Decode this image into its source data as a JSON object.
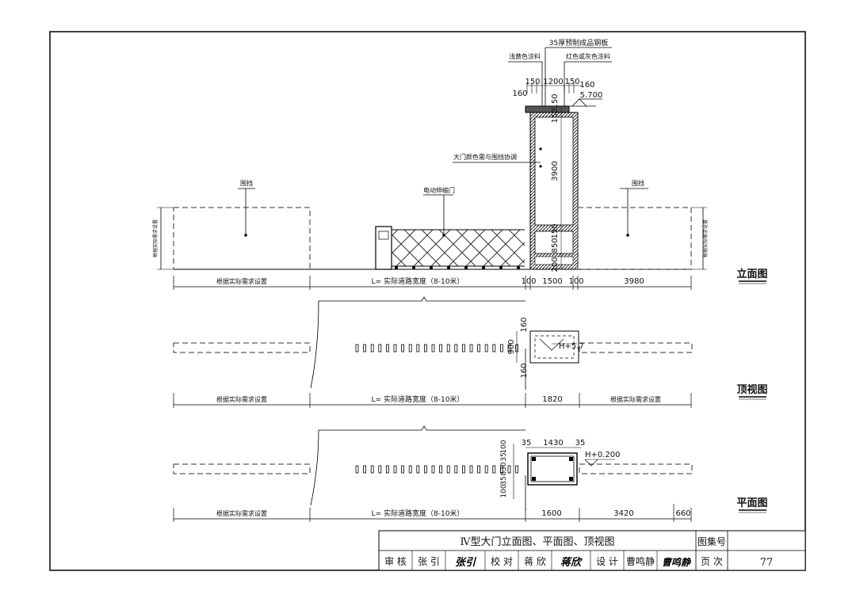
{
  "elevation": {
    "view_title": "立面图",
    "labels": {
      "steel_plate": "35厚预制成品钢板",
      "light_yellow": "浅黄色涂料",
      "red_gray": "红色或灰色涂料",
      "gate_color": "大门颜色需与围挡协调",
      "fence_left": "围挡",
      "fence_right": "围挡",
      "electric_gate": "电动伸缩门",
      "side_height_left": "根据实际需求设置",
      "side_height_right": "根据实际需求设置"
    },
    "dims_top": [
      "150",
      "1200",
      "150",
      "160",
      "160"
    ],
    "elev_mark": "5.700",
    "dims_vertical": [
      "150",
      "150",
      "3900",
      "150",
      "850",
      "200"
    ],
    "dims_bottom": [
      "根据实际需求设置",
      "L= 实际道路宽度（8-10米）",
      "100",
      "1500",
      "100",
      "3980"
    ]
  },
  "top_view": {
    "view_title": "顶视图",
    "mark": "H+5.7",
    "dims_vertical": [
      "160",
      "900",
      "160"
    ],
    "dims_bottom": [
      "根据实际需求设置",
      "L= 实际道路宽度（8-10米）",
      "1820",
      "根据实际需求设置"
    ]
  },
  "plan": {
    "view_title": "平面图",
    "mark": "H+0.200",
    "dims_top": [
      "35",
      "1430",
      "35"
    ],
    "dims_vertical": [
      "100",
      "35",
      "830",
      "35",
      "100"
    ],
    "dims_bottom": [
      "根据实际需求设置",
      "L= 实际道路宽度（8-10米）",
      "1600",
      "3420",
      "660"
    ]
  },
  "title_block": {
    "title": "Ⅳ型大门立面图、平面图、顶视图",
    "atlas_label": "图集号",
    "atlas_value": "",
    "review_label": "审 核",
    "review_name": "张 引",
    "review_sig": "张引",
    "check_label": "校 对",
    "check_name": "蒋 欣",
    "check_sig": "蒋欣",
    "design_label": "设 计",
    "design_name": "曹鸣静",
    "design_sig": "曹鸣静",
    "page_label": "页 次",
    "page_value": "77"
  }
}
